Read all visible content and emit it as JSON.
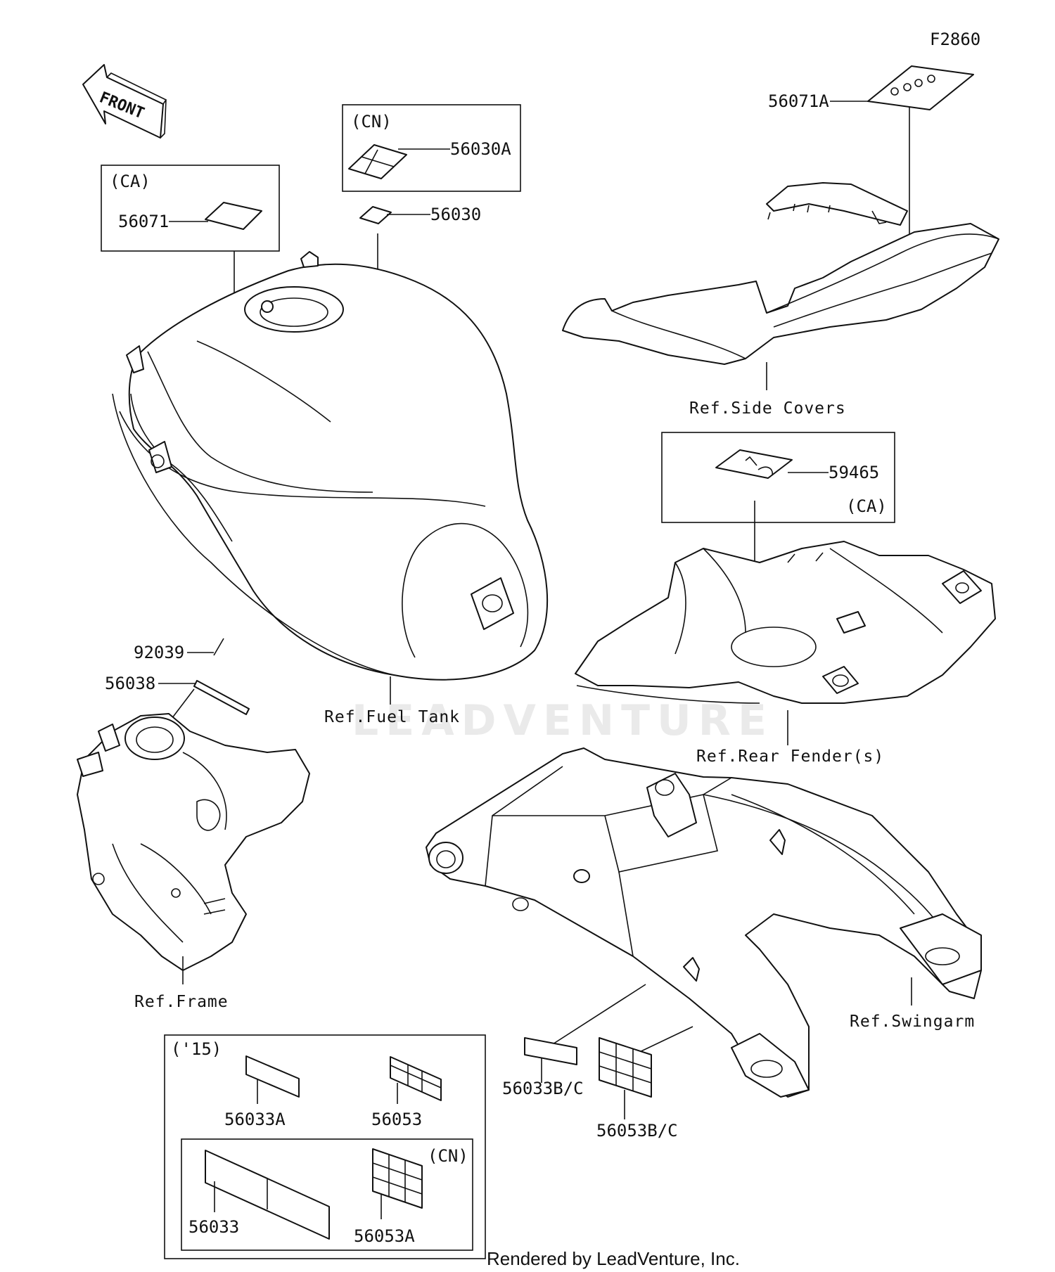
{
  "figure_code": "F2860",
  "watermark": "LEADVENTURE",
  "footer": "Rendered by LeadVenture, Inc.",
  "front_arrow": "FRONT",
  "groups": {
    "ca_top": "(CA)",
    "cn_top": "(CN)",
    "ca_fender": "(CA)",
    "year_15": "('15)",
    "cn_bottom": "(CN)"
  },
  "parts": {
    "p56071": "56071",
    "p56030A": "56030A",
    "p56030": "56030",
    "p56071A": "56071A",
    "p59465": "59465",
    "p92039": "92039",
    "p56038": "56038",
    "p56033A": "56033A",
    "p56053": "56053",
    "p56033": "56033",
    "p56053A": "56053A",
    "p56033BC": "56033B/C",
    "p56053BC": "56053B/C"
  },
  "refs": {
    "side_covers": "Ref.Side Covers",
    "fuel_tank": "Ref.Fuel Tank",
    "rear_fender": "Ref.Rear Fender(s)",
    "frame": "Ref.Frame",
    "swingarm": "Ref.Swingarm"
  }
}
